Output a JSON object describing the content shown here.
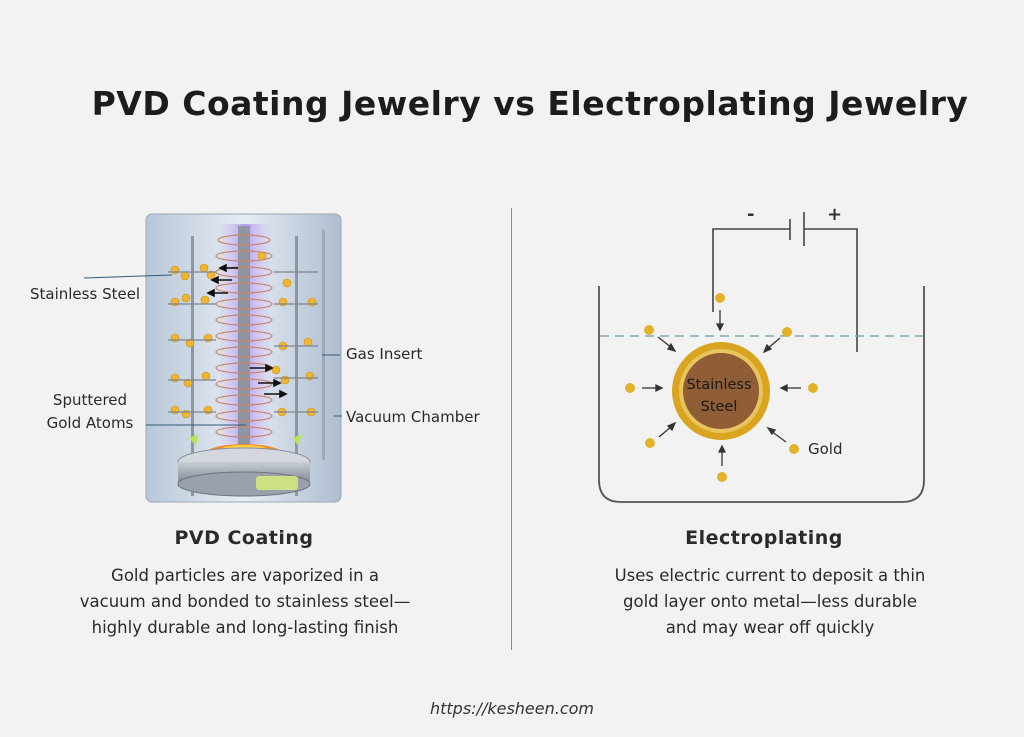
{
  "title": "PVD Coating Jewelry vs Electroplating Jewelry",
  "pvd": {
    "labels": {
      "stainless_steel": "Stainless Steel",
      "gas_insert": "Gas Insert",
      "sputtered_line1": "Sputtered",
      "sputtered_line2": "Gold Atoms",
      "vacuum_chamber": "Vacuum Chamber"
    },
    "heading": "PVD Coating",
    "description": [
      "Gold particles are vaporized in a",
      "vacuum and bonded to stainless steel—",
      "highly durable and long-lasting finish"
    ]
  },
  "electro": {
    "minus": "-",
    "plus": "+",
    "core_line1": "Stainless",
    "core_line2": "Steel",
    "gold_label": "Gold",
    "heading": "Electroplating",
    "description": [
      "Uses electric current to deposit a thin",
      "gold layer onto metal—less durable",
      "and may wear off quickly"
    ]
  },
  "footer": {
    "url": "https://kesheen.com"
  },
  "colors": {
    "gold": "#e2b32a",
    "steel_core": "#8f5d36",
    "ring": "#d9a520",
    "water_line": "#7fa7b5"
  }
}
